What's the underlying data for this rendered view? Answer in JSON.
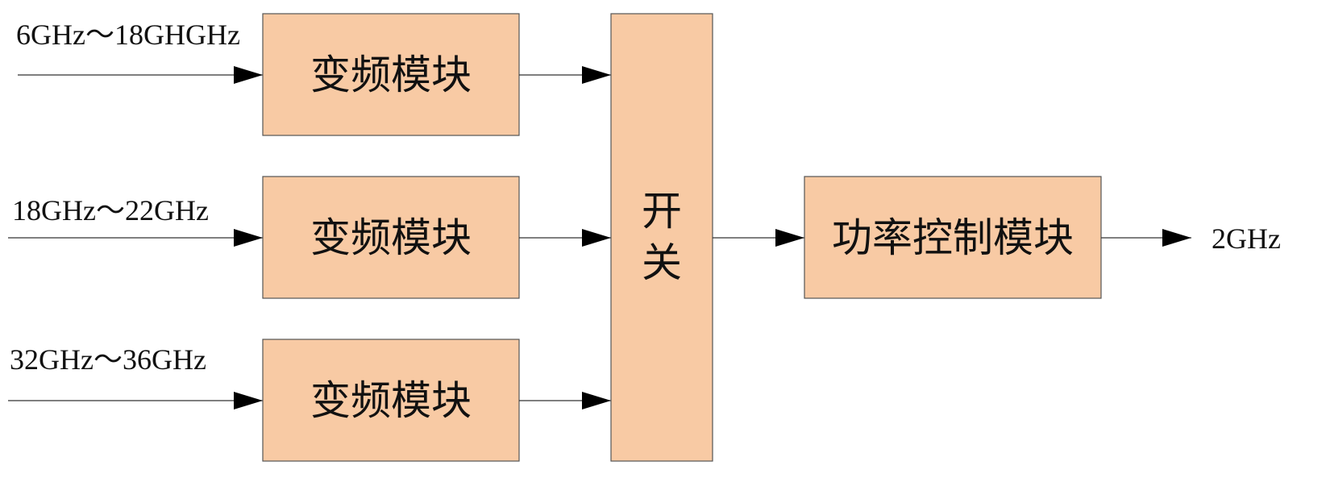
{
  "colors": {
    "box_fill": "#f8caa4",
    "box_stroke": "#555555",
    "line": "#333333",
    "arrow": "#000000"
  },
  "inputs": [
    {
      "label": "6GHz～18GHGHz",
      "module": "变频模块"
    },
    {
      "label": "18GHz～22GHz",
      "module": "变频模块"
    },
    {
      "label": "32GHz～36GHz",
      "module": "变频模块"
    }
  ],
  "switch": {
    "chars": [
      "开",
      "关"
    ]
  },
  "power_module": {
    "label": "功率控制模块"
  },
  "output": {
    "label": "2GHz"
  }
}
